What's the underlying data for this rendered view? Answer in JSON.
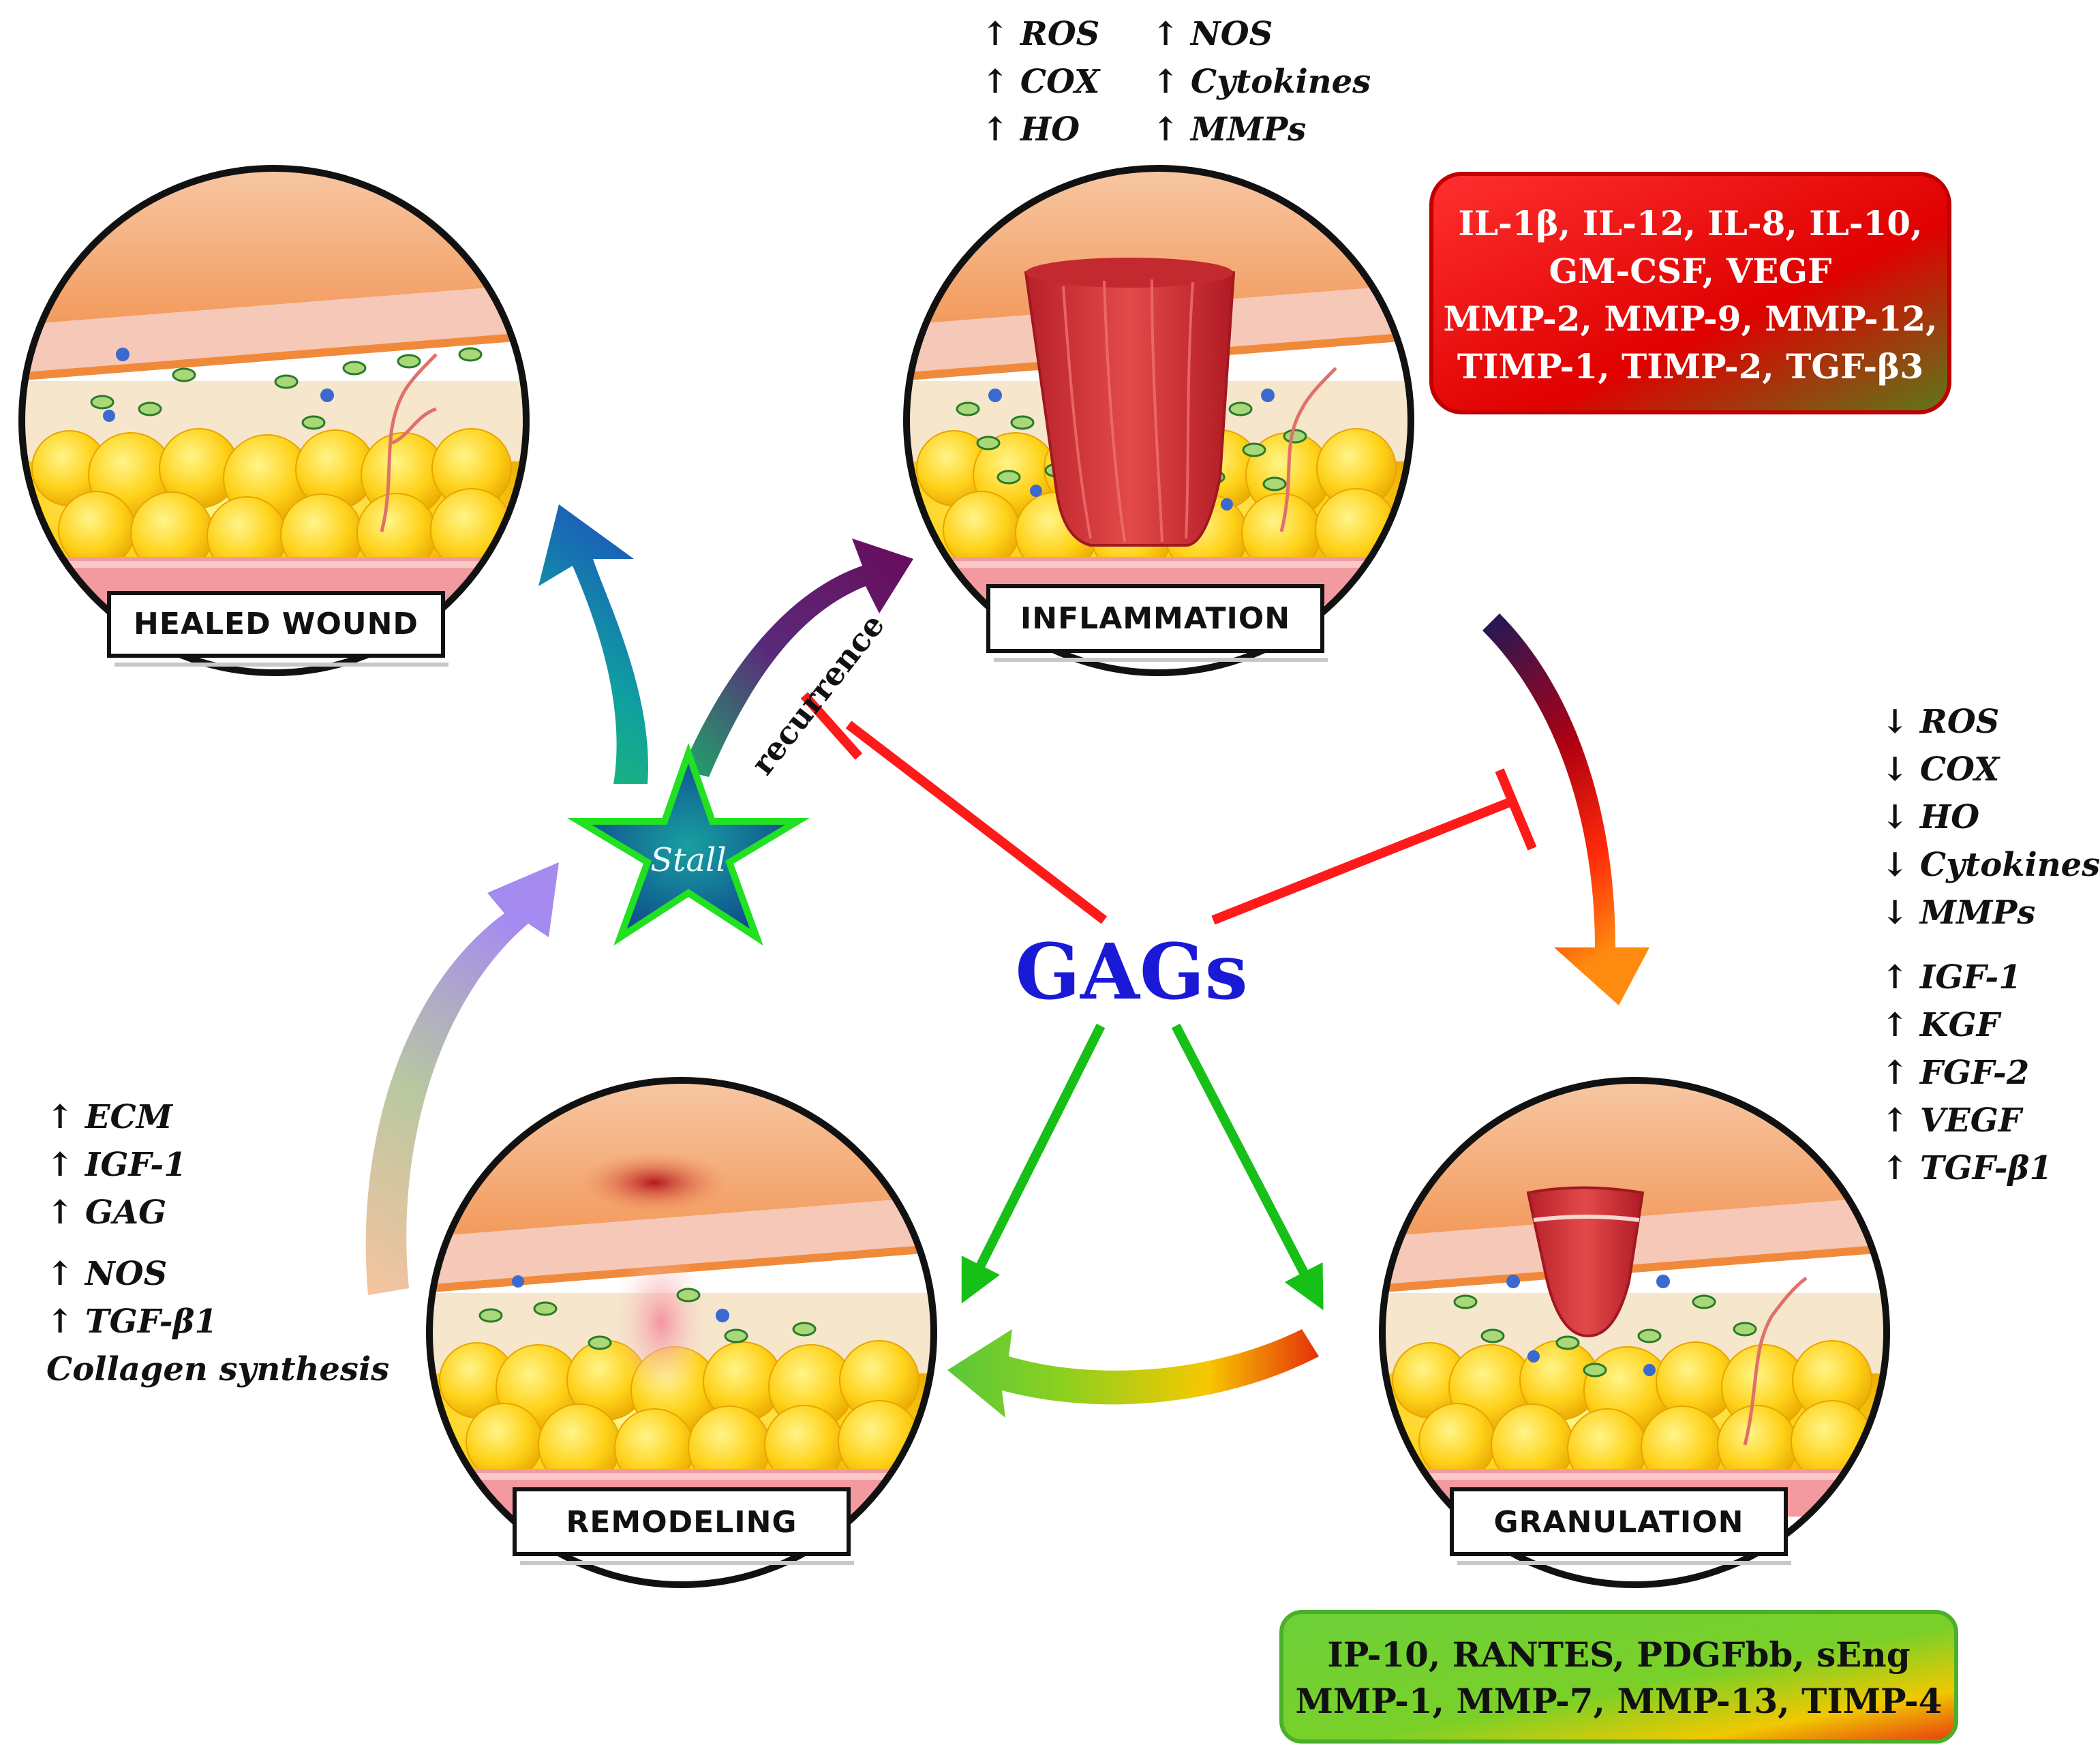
{
  "center": {
    "label": "GAGs",
    "color": "#1a1ad6"
  },
  "stall": {
    "label": "Stall"
  },
  "recurrence": {
    "label": "recurrence"
  },
  "stages": {
    "healed": {
      "label": "HEALED WOUND"
    },
    "inflammation": {
      "label": "INFLAMMATION"
    },
    "granulation": {
      "label": "GRANULATION"
    },
    "remodeling": {
      "label": "REMODELING"
    }
  },
  "inflammation_markers": {
    "col1": [
      "↑ ROS",
      "↑ COX",
      "↑ HO"
    ],
    "col2": [
      "↑ NOS",
      "↑ Cytokines",
      "↑ MMPs"
    ]
  },
  "inflammation_box": {
    "lines": [
      "IL-1β, IL-12, IL-8, IL-10,",
      "GM-CSF,  VEGF",
      "MMP-2, MMP-9, MMP-12,",
      "TIMP-1, TIMP-2, TGF-β3"
    ]
  },
  "granulation_markers": {
    "down": [
      "↓ ROS",
      "↓ COX",
      "↓ HO",
      "↓ Cytokines",
      "↓ MMPs"
    ],
    "up": [
      "↑ IGF-1",
      "↑ KGF",
      "↑ FGF-2",
      "↑ VEGF",
      "↑ TGF-β1"
    ]
  },
  "granulation_box": {
    "lines": [
      "IP-10,  RANTES, PDGFbb, sEng",
      "MMP-1, MMP-7, MMP-13, TIMP-4"
    ]
  },
  "remodeling_markers": {
    "lines": [
      "↑ ECM",
      "↑ IGF-1",
      "↑ GAG",
      "↑ NOS",
      "↑ TGF-β1",
      "Collagen synthesis"
    ]
  },
  "icons": [
    "skin-cross-section-icon",
    "wound-crater-icon",
    "blood-vessel-icon",
    "cell-icon"
  ]
}
